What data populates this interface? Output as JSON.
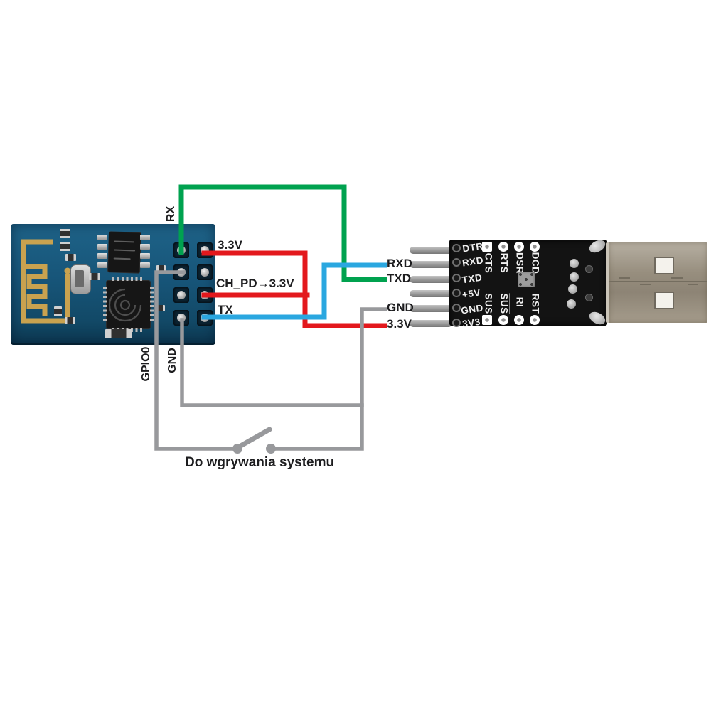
{
  "esp": {
    "labels": {
      "rx": "RX",
      "vcc": "3.3V",
      "ch_pd": "CH_PD→3.3V",
      "tx": "TX",
      "gpio0": "GPIO0",
      "gnd": "GND"
    }
  },
  "adapter": {
    "pin_labels": [
      "DTR",
      "RXD",
      "TXD",
      "+5V",
      "GND",
      "3V3"
    ],
    "side_labels_top": [
      "CTS",
      "RTS",
      "DSR",
      "DCD"
    ],
    "side_labels_bottom": [
      "SUS",
      "SUS",
      "RI",
      "RST"
    ],
    "wire_labels": {
      "rxd": "RXD",
      "txd": "TXD",
      "gnd": "GND",
      "v33": "3.3V"
    }
  },
  "switch": {
    "caption": "Do wgrywania systemu"
  },
  "colors": {
    "wire_green": "#00a24f",
    "wire_red": "#e3181d",
    "wire_blue": "#2aa7e0",
    "wire_gray": "#98999c",
    "pcb_blue": "#175579",
    "pcb_black": "#131313",
    "antenna_gold": "#c9a24f",
    "text": "#1d1d1f"
  }
}
